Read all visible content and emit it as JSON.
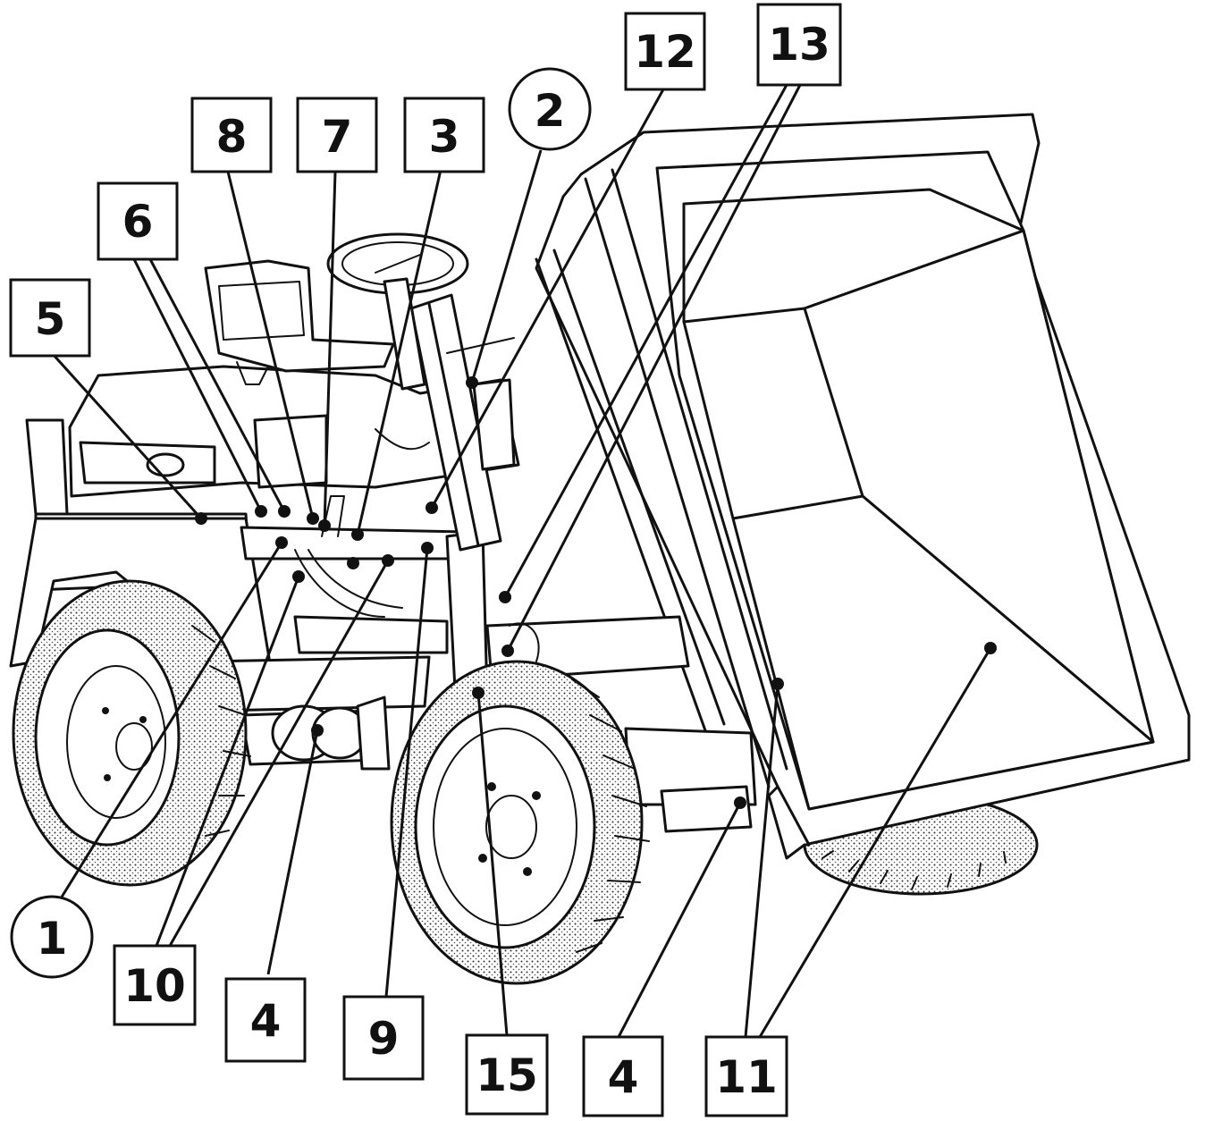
{
  "callouts": [
    {
      "id": "c1",
      "label": "1",
      "shape": "circle"
    },
    {
      "id": "c2",
      "label": "2",
      "shape": "circle"
    },
    {
      "id": "c3",
      "label": "3",
      "shape": "box"
    },
    {
      "id": "c4a",
      "label": "4",
      "shape": "box"
    },
    {
      "id": "c4b",
      "label": "4",
      "shape": "box"
    },
    {
      "id": "c5",
      "label": "5",
      "shape": "box"
    },
    {
      "id": "c6",
      "label": "6",
      "shape": "box"
    },
    {
      "id": "c7",
      "label": "7",
      "shape": "box"
    },
    {
      "id": "c8",
      "label": "8",
      "shape": "box"
    },
    {
      "id": "c9",
      "label": "9",
      "shape": "box"
    },
    {
      "id": "c10",
      "label": "10",
      "shape": "box"
    },
    {
      "id": "c11",
      "label": "11",
      "shape": "box"
    },
    {
      "id": "c12",
      "label": "12",
      "shape": "box"
    },
    {
      "id": "c13",
      "label": "13",
      "shape": "box"
    },
    {
      "id": "c15",
      "label": "15",
      "shape": "box"
    }
  ]
}
